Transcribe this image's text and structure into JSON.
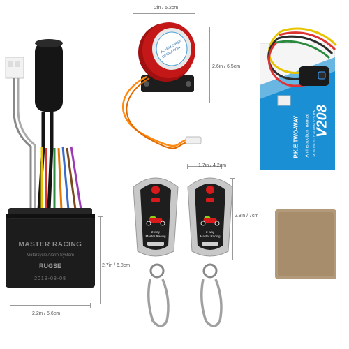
{
  "dimensions": {
    "siren_width": "2in / 5.2cm",
    "siren_height": "2.6in / 6.5cm",
    "remote_width": "1.7in / 4.2cm",
    "remote_height": "2.8in / 7cm",
    "box_height": "2.7in / 6.8cm",
    "box_width": "2.2in / 5.6cm"
  },
  "alarm_box": {
    "brand": "MASTER RACING",
    "subtitle": "Motorcycle Alarm System",
    "logo": "RUGSE",
    "code": "2019-08-08"
  },
  "siren": {
    "label_line1": "ALARM SIREN",
    "label_line2": "OPERATION"
  },
  "manual": {
    "model": "V208",
    "brand_line": "P.K.E TWO-WAY",
    "title": "An instruction manual",
    "subtitle": "MOTORCYCLE ALARM SYSTEM"
  },
  "remote": {
    "label_line1": "2-way",
    "label_line2": "Master Racing"
  },
  "colors": {
    "box_black": "#1c1c1c",
    "siren_red": "#c41818",
    "manual_blue": "#1a8fd4",
    "remote_silver": "#c8c8c8",
    "pad_tan": "#b29a7a"
  }
}
